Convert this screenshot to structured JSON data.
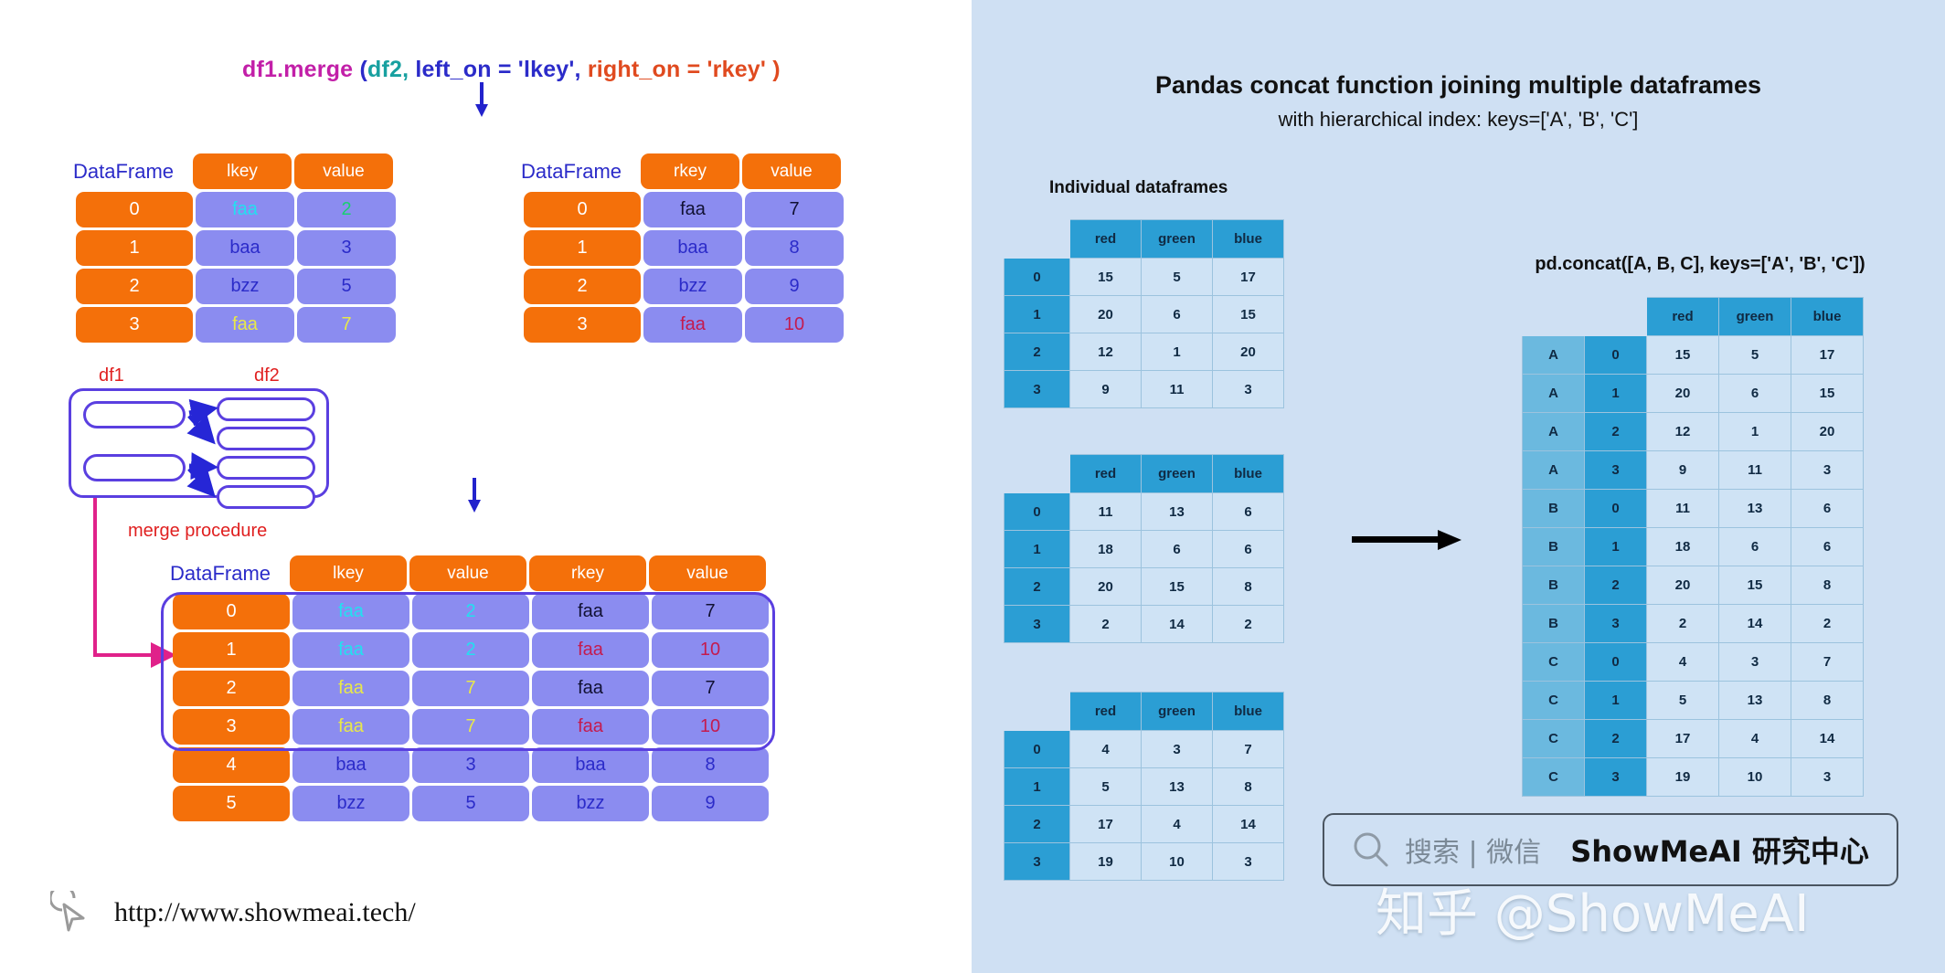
{
  "left": {
    "signature": {
      "parts": [
        {
          "text": "df1.merge",
          "color": "#c21fa8"
        },
        {
          "text": " (",
          "color": "#2b2bc9"
        },
        {
          "text": "df2,",
          "color": "#18a0a0"
        },
        {
          "text": " left_on = 'lkey',",
          "color": "#2b2bc9"
        },
        {
          "text": " right_on = 'rkey' )",
          "color": "#e04a1f"
        }
      ]
    },
    "df1": {
      "label": "DataFrame",
      "columns": [
        "lkey",
        "value"
      ],
      "index": [
        "0",
        "1",
        "2",
        "3"
      ],
      "rows": [
        [
          {
            "text": "faa",
            "color": "#22e0f0"
          },
          {
            "text": "2",
            "color": "#18d070"
          }
        ],
        [
          {
            "text": "baa",
            "color": "#2b2bc9"
          },
          {
            "text": "3",
            "color": "#2b2bc9"
          }
        ],
        [
          {
            "text": "bzz",
            "color": "#2b2bc9"
          },
          {
            "text": "5",
            "color": "#2b2bc9"
          }
        ],
        [
          {
            "text": "faa",
            "color": "#e8e84a"
          },
          {
            "text": "7",
            "color": "#e8e84a"
          }
        ]
      ]
    },
    "df2": {
      "label": "DataFrame",
      "columns": [
        "rkey",
        "value"
      ],
      "index": [
        "0",
        "1",
        "2",
        "3"
      ],
      "rows": [
        [
          {
            "text": "faa",
            "color": "#111133"
          },
          {
            "text": "7",
            "color": "#111133"
          }
        ],
        [
          {
            "text": "baa",
            "color": "#2b2bc9"
          },
          {
            "text": "8",
            "color": "#2b2bc9"
          }
        ],
        [
          {
            "text": "bzz",
            "color": "#2b2bc9"
          },
          {
            "text": "9",
            "color": "#2b2bc9"
          }
        ],
        [
          {
            "text": "faa",
            "color": "#c41b4e"
          },
          {
            "text": "10",
            "color": "#c41b4e"
          }
        ]
      ]
    },
    "procedure": {
      "df1_label": "df1",
      "df2_label": "df2",
      "caption": "merge procedure"
    },
    "result": {
      "label": "DataFrame",
      "columns": [
        "lkey",
        "value",
        "rkey",
        "value"
      ],
      "index": [
        "0",
        "1",
        "2",
        "3",
        "4",
        "5"
      ],
      "rows": [
        [
          {
            "text": "faa",
            "color": "#22e0f0"
          },
          {
            "text": "2",
            "color": "#22e0f0"
          },
          {
            "text": "faa",
            "color": "#111133"
          },
          {
            "text": "7",
            "color": "#111133"
          }
        ],
        [
          {
            "text": "faa",
            "color": "#22e0f0"
          },
          {
            "text": "2",
            "color": "#22e0f0"
          },
          {
            "text": "faa",
            "color": "#c41b4e"
          },
          {
            "text": "10",
            "color": "#c41b4e"
          }
        ],
        [
          {
            "text": "faa",
            "color": "#e8e84a"
          },
          {
            "text": "7",
            "color": "#e8e84a"
          },
          {
            "text": "faa",
            "color": "#111133"
          },
          {
            "text": "7",
            "color": "#111133"
          }
        ],
        [
          {
            "text": "faa",
            "color": "#e8e84a"
          },
          {
            "text": "7",
            "color": "#e8e84a"
          },
          {
            "text": "faa",
            "color": "#c41b4e"
          },
          {
            "text": "10",
            "color": "#c41b4e"
          }
        ],
        [
          {
            "text": "baa",
            "color": "#2b2bc9"
          },
          {
            "text": "3",
            "color": "#2b2bc9"
          },
          {
            "text": "baa",
            "color": "#2b2bc9"
          },
          {
            "text": "8",
            "color": "#2b2bc9"
          }
        ],
        [
          {
            "text": "bzz",
            "color": "#2b2bc9"
          },
          {
            "text": "5",
            "color": "#2b2bc9"
          },
          {
            "text": "bzz",
            "color": "#2b2bc9"
          },
          {
            "text": "9",
            "color": "#2b2bc9"
          }
        ]
      ]
    },
    "footer": {
      "url": "http://www.showmeai.tech/"
    }
  },
  "right": {
    "title": "Pandas concat function joining multiple dataframes",
    "subtitle": "with hierarchical index: keys=['A', 'B', 'C']",
    "individual_label": "Individual dataframes",
    "concat_title": "pd.concat([A, B, C], keys=['A', 'B', 'C'])",
    "watermark": {
      "search_text": "搜索 | 微信",
      "brand": "ShowMeAI 研究中心",
      "overlay": "知乎 @ShowMeAI"
    }
  },
  "chart_data": {
    "type": "table",
    "title": "Pandas concat function joining multiple dataframes",
    "subtitle": "with hierarchical index: keys=['A', 'B', 'C']",
    "columns": [
      "red",
      "green",
      "blue"
    ],
    "individual": [
      {
        "name": "A",
        "index": [
          "0",
          "1",
          "2",
          "3"
        ],
        "values": [
          [
            15,
            5,
            17
          ],
          [
            20,
            6,
            15
          ],
          [
            12,
            1,
            20
          ],
          [
            9,
            11,
            3
          ]
        ]
      },
      {
        "name": "B",
        "index": [
          "0",
          "1",
          "2",
          "3"
        ],
        "values": [
          [
            11,
            13,
            6
          ],
          [
            18,
            6,
            6
          ],
          [
            20,
            15,
            8
          ],
          [
            2,
            14,
            2
          ]
        ]
      },
      {
        "name": "C",
        "index": [
          "0",
          "1",
          "2",
          "3"
        ],
        "values": [
          [
            4,
            3,
            7
          ],
          [
            5,
            13,
            8
          ],
          [
            17,
            4,
            14
          ],
          [
            19,
            10,
            3
          ]
        ]
      }
    ],
    "concat": {
      "keys": [
        "A",
        "B",
        "C"
      ],
      "columns": [
        "red",
        "green",
        "blue"
      ],
      "rows": [
        {
          "key": "A",
          "idx": "0",
          "values": [
            15,
            5,
            17
          ]
        },
        {
          "key": "A",
          "idx": "1",
          "values": [
            20,
            6,
            15
          ]
        },
        {
          "key": "A",
          "idx": "2",
          "values": [
            12,
            1,
            20
          ]
        },
        {
          "key": "A",
          "idx": "3",
          "values": [
            9,
            11,
            3
          ]
        },
        {
          "key": "B",
          "idx": "0",
          "values": [
            11,
            13,
            6
          ]
        },
        {
          "key": "B",
          "idx": "1",
          "values": [
            18,
            6,
            6
          ]
        },
        {
          "key": "B",
          "idx": "2",
          "values": [
            20,
            15,
            8
          ]
        },
        {
          "key": "B",
          "idx": "3",
          "values": [
            2,
            14,
            2
          ]
        },
        {
          "key": "C",
          "idx": "0",
          "values": [
            4,
            3,
            7
          ]
        },
        {
          "key": "C",
          "idx": "1",
          "values": [
            5,
            13,
            8
          ]
        },
        {
          "key": "C",
          "idx": "2",
          "values": [
            17,
            4,
            14
          ]
        },
        {
          "key": "C",
          "idx": "3",
          "values": [
            19,
            10,
            3
          ]
        }
      ]
    }
  }
}
